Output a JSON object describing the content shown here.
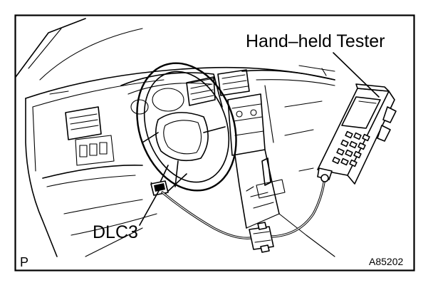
{
  "figure": {
    "labels": {
      "tester": "Hand–held Tester",
      "connector": "DLC3",
      "corner_mark": "P",
      "figure_id": "A85202"
    }
  }
}
